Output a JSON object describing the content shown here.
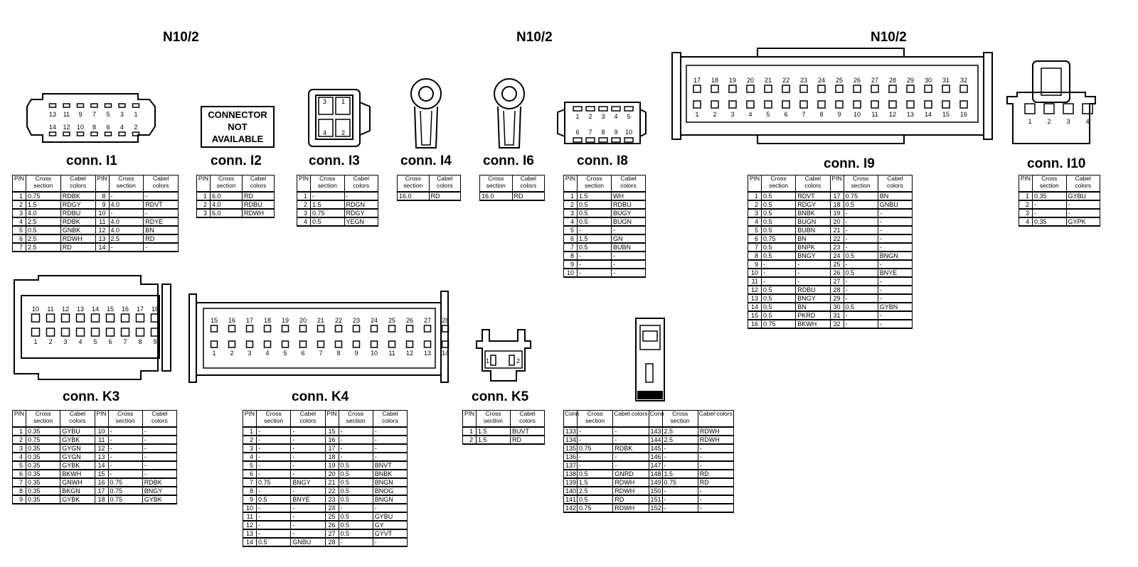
{
  "titles": [
    "N10/2",
    "N10/2",
    "N10/2"
  ],
  "na_text": [
    "CONNECTOR",
    "NOT",
    "AVAILABLE"
  ],
  "labels": {
    "I1": "conn. I1",
    "I2": "conn. I2",
    "I3": "conn. I3",
    "I4": "conn. I4",
    "I6": "conn. I6",
    "I8": "conn. I8",
    "I9": "conn. I9",
    "I10": "conn. I10",
    "K3": "conn. K3",
    "K4": "conn. K4",
    "K5": "conn. K5"
  },
  "headers": {
    "pin": "PIN",
    "conn": "Conn",
    "cross": "Cross section",
    "cabel": "Cabel colors"
  },
  "tables": {
    "I1": [
      [
        "1",
        "0.75",
        "RDBK",
        "8",
        "-",
        "-"
      ],
      [
        "2",
        "1.5",
        "RDGY",
        "9",
        "4.0",
        "RDVT"
      ],
      [
        "3",
        "4.0",
        "RDBU",
        "10",
        "-",
        "-"
      ],
      [
        "4",
        "2.5",
        "RDBK",
        "11",
        "4.0",
        "RDYE"
      ],
      [
        "5",
        "0.5",
        "GNBK",
        "12",
        "4.0",
        "BN"
      ],
      [
        "6",
        "2.5",
        "RDWH",
        "13",
        "2.5",
        "RD"
      ],
      [
        "7",
        "2.5",
        "RD",
        "14",
        "-",
        "-"
      ]
    ],
    "I2": [
      [
        "1",
        "6.0",
        "RD"
      ],
      [
        "2",
        "4.0",
        "RDBU"
      ],
      [
        "3",
        "6.0",
        "RDWH"
      ]
    ],
    "I3": [
      [
        "1",
        "-",
        "-"
      ],
      [
        "2",
        "1.5",
        "RDGN"
      ],
      [
        "3",
        "0.75",
        "RDGY"
      ],
      [
        "4",
        "0.5",
        "YEGN"
      ]
    ],
    "I4": [
      [
        "16.0",
        "RD"
      ]
    ],
    "I6": [
      [
        "16.0",
        "RD"
      ]
    ],
    "I8": [
      [
        "1",
        "1.5",
        "WH"
      ],
      [
        "2",
        "0.5",
        "RDBU"
      ],
      [
        "3",
        "0.5",
        "BUGY"
      ],
      [
        "4",
        "0.5",
        "BUGN"
      ],
      [
        "5",
        "-",
        "-"
      ],
      [
        "6",
        "1.5",
        "GN"
      ],
      [
        "7",
        "0.5",
        "BUBN"
      ],
      [
        "8",
        "-",
        "-"
      ],
      [
        "9",
        "-",
        "-"
      ],
      [
        "10",
        "-",
        "-"
      ]
    ],
    "I9": [
      [
        "1",
        "0.5",
        "RDVT",
        "17",
        "0.75",
        "BN"
      ],
      [
        "2",
        "0.5",
        "RDGY",
        "18",
        "0.5",
        "GNBU"
      ],
      [
        "3",
        "0.5",
        "BNBK",
        "19",
        "-",
        "-"
      ],
      [
        "4",
        "0.5",
        "BUGN",
        "20",
        "-",
        "-"
      ],
      [
        "5",
        "0.5",
        "BUBN",
        "21",
        "-",
        "-"
      ],
      [
        "6",
        "0.75",
        "BN",
        "22",
        "-",
        "-"
      ],
      [
        "7",
        "0.5",
        "BNPK",
        "23",
        "-",
        "-"
      ],
      [
        "8",
        "0.5",
        "BNGY",
        "24",
        "0.5",
        "BNGN"
      ],
      [
        "9",
        "-",
        "-",
        "25",
        "-",
        "-"
      ],
      [
        "10",
        "-",
        "-",
        "26",
        "0.5",
        "BNYE"
      ],
      [
        "11",
        "-",
        "-",
        "27",
        "-",
        "-"
      ],
      [
        "12",
        "0.5",
        "RDBU",
        "28",
        "-",
        "-"
      ],
      [
        "13",
        "0.5",
        "BNGY",
        "29",
        "-",
        "-"
      ],
      [
        "14",
        "0.5",
        "BN",
        "30",
        "0.5",
        "GYBN"
      ],
      [
        "15",
        "0.5",
        "PKRD",
        "31",
        "-",
        "-"
      ],
      [
        "16",
        "0.75",
        "BKWH",
        "32",
        "-",
        "-"
      ]
    ],
    "I10": [
      [
        "1",
        "0.35",
        "GYBU"
      ],
      [
        "2",
        "-",
        "-"
      ],
      [
        "3",
        "-",
        "-"
      ],
      [
        "4",
        "0.35",
        "GYPK"
      ]
    ],
    "K3": [
      [
        "1",
        "0.35",
        "GYBU",
        "10",
        "-",
        "-"
      ],
      [
        "2",
        "0.75",
        "GYBK",
        "11",
        "-",
        "-"
      ],
      [
        "3",
        "0.35",
        "GYGN",
        "12",
        "-",
        "-"
      ],
      [
        "4",
        "0.35",
        "GYGN",
        "13",
        "-",
        "-"
      ],
      [
        "5",
        "0.35",
        "GYBK",
        "14",
        "-",
        "-"
      ],
      [
        "6",
        "0.35",
        "BKWH",
        "15",
        "-",
        "-"
      ],
      [
        "7",
        "0.35",
        "GNWH",
        "16",
        "0.75",
        "RDBK"
      ],
      [
        "8",
        "0.35",
        "BKGN",
        "17",
        "0.75",
        "BNGY"
      ],
      [
        "9",
        "0.35",
        "GYBK",
        "18",
        "0.75",
        "GYBK"
      ]
    ],
    "K4": [
      [
        "1",
        "-",
        "-",
        "15",
        "-",
        "-"
      ],
      [
        "2",
        "-",
        "-",
        "16",
        "-",
        "-"
      ],
      [
        "3",
        "-",
        "-",
        "17",
        "-",
        "-"
      ],
      [
        "4",
        "-",
        "-",
        "18",
        "-",
        "-"
      ],
      [
        "5",
        "-",
        "-",
        "19",
        "0.5",
        "BNVT"
      ],
      [
        "6",
        "-",
        "-",
        "20",
        "0.5",
        "BNBK"
      ],
      [
        "7",
        "0.75",
        "BNGY",
        "21",
        "0.5",
        "BNGN"
      ],
      [
        "8",
        "-",
        "-",
        "22",
        "0.5",
        "BNOG"
      ],
      [
        "9",
        "0.5",
        "BNYE",
        "23",
        "0.5",
        "BNGN"
      ],
      [
        "10",
        "-",
        "-",
        "24",
        "-",
        "-"
      ],
      [
        "11",
        "-",
        "-",
        "25",
        "0.5",
        "GYBU"
      ],
      [
        "12",
        "-",
        "-",
        "26",
        "0.5",
        "GY"
      ],
      [
        "13",
        "-",
        "-",
        "27",
        "0.5",
        "GYVT"
      ],
      [
        "14",
        "0.5",
        "GNBU",
        "28",
        "-",
        "-"
      ]
    ],
    "K5": [
      [
        "1",
        "1.5",
        "BUVT"
      ],
      [
        "2",
        "1.5",
        "RD"
      ]
    ],
    "CONN": [
      [
        "133",
        "-",
        "-",
        "143",
        "2.5",
        "RDWH"
      ],
      [
        "134",
        "-",
        "-",
        "144",
        "2.5",
        "RDWH"
      ],
      [
        "135",
        "0.75",
        "RDBK",
        "145",
        "-",
        "-"
      ],
      [
        "136",
        "-",
        "-",
        "146",
        "-",
        "-"
      ],
      [
        "137",
        "-",
        "-",
        "147",
        "-",
        "-"
      ],
      [
        "138",
        "0.5",
        "GNRD",
        "148",
        "1.5",
        "RD"
      ],
      [
        "139",
        "1.5",
        "RDWH",
        "149",
        "0.75",
        "RD"
      ],
      [
        "140",
        "2.5",
        "RDWH",
        "150",
        "-",
        "-"
      ],
      [
        "141",
        "0.5",
        "RD",
        "151",
        "-",
        "-"
      ],
      [
        "142",
        "0.75",
        "RDWH",
        "152",
        "-",
        "-"
      ]
    ]
  },
  "pins": {
    "I1_top": [
      "13",
      "11",
      "9",
      "7",
      "5",
      "3",
      "1"
    ],
    "I1_bot": [
      "14",
      "12",
      "10",
      "8",
      "6",
      "4",
      "2"
    ],
    "I3": [
      "3",
      "1",
      "4",
      "2"
    ],
    "I8_top": [
      "1",
      "2",
      "3",
      "4",
      "5"
    ],
    "I8_bot": [
      "6",
      "7",
      "8",
      "9",
      "10"
    ],
    "I9_top": [
      "17",
      "18",
      "19",
      "20",
      "21",
      "22",
      "23",
      "24",
      "25",
      "26",
      "27",
      "28",
      "29",
      "30",
      "31",
      "32"
    ],
    "I9_bot": [
      "1",
      "2",
      "3",
      "4",
      "5",
      "6",
      "7",
      "8",
      "9",
      "10",
      "11",
      "12",
      "13",
      "14",
      "15",
      "16"
    ],
    "I10": [
      "1",
      "2",
      "3",
      "4"
    ],
    "K3_top": [
      "10",
      "11",
      "12",
      "13",
      "14",
      "15",
      "16",
      "17",
      "18"
    ],
    "K3_bot": [
      "1",
      "2",
      "3",
      "4",
      "5",
      "6",
      "7",
      "8",
      "9"
    ],
    "K4_top": [
      "15",
      "16",
      "17",
      "18",
      "19",
      "20",
      "21",
      "22",
      "23",
      "24",
      "25",
      "26",
      "27",
      "28"
    ],
    "K4_bot": [
      "1",
      "2",
      "3",
      "4",
      "5",
      "6",
      "7",
      "8",
      "9",
      "10",
      "11",
      "12",
      "13",
      "14"
    ],
    "K5": [
      "1",
      "2"
    ]
  }
}
